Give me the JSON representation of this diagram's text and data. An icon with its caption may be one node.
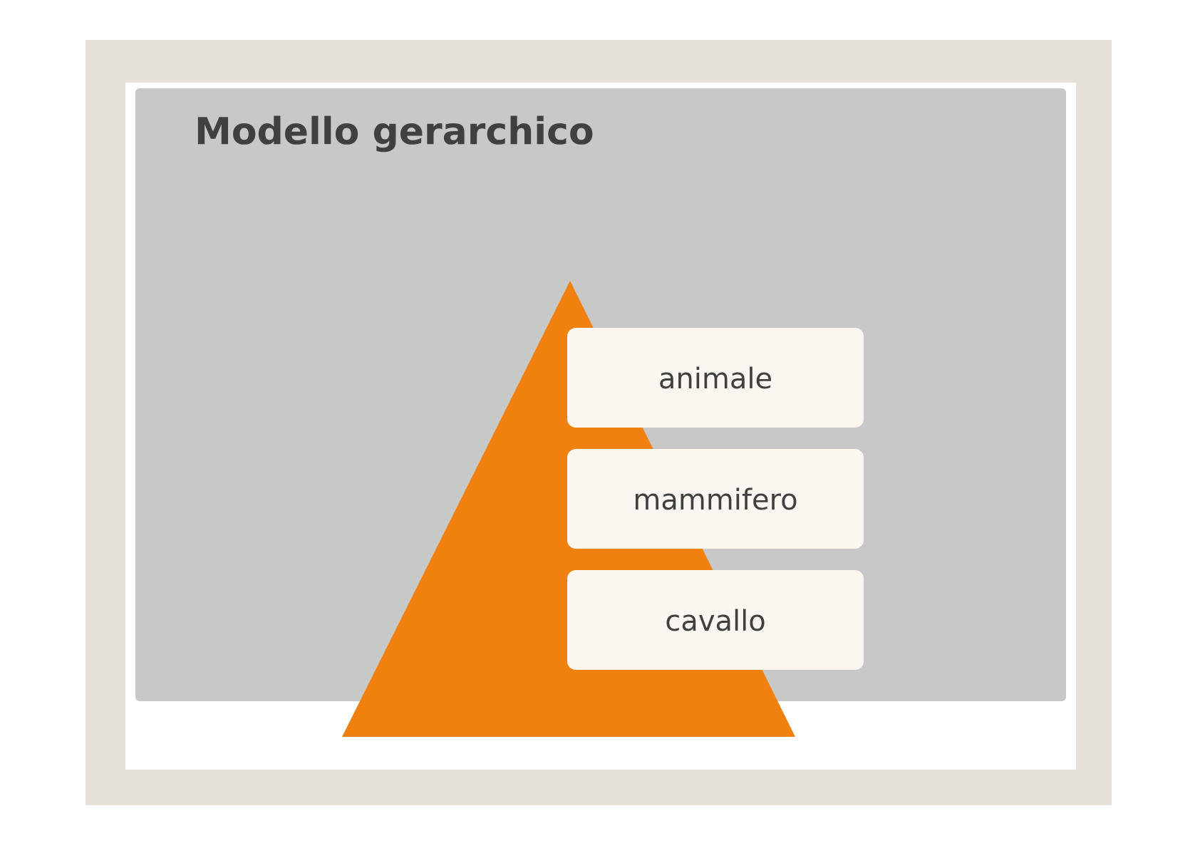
{
  "diagram": {
    "title": "Modello gerarchico",
    "nodes": [
      {
        "text": [
          "animale"
        ]
      },
      {
        "text": [
          "mammifero"
        ]
      },
      {
        "text": [
          "cavallo"
        ]
      }
    ]
  }
}
